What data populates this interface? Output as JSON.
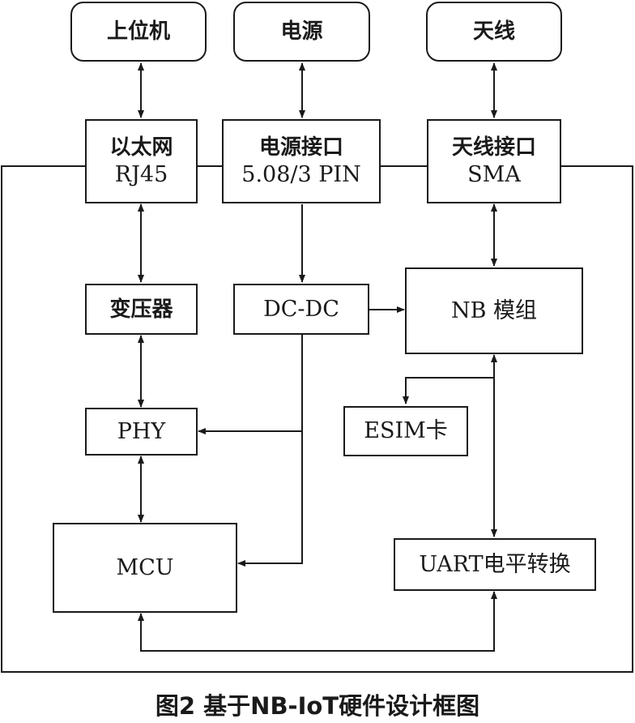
{
  "nodes": {
    "host": "上位机",
    "power": "电源",
    "antenna": "天线",
    "ethernet": {
      "line1": "以太网",
      "line2": "RJ45"
    },
    "power_interface": {
      "line1": "电源接口",
      "line2": "5.08/3 PIN"
    },
    "antenna_interface": {
      "line1": "天线接口",
      "line2": "SMA"
    },
    "transformer": "变压器",
    "dcdc": "DC-DC",
    "nb_module": "NB 模组",
    "phy": "PHY",
    "esim": "ESIM卡",
    "mcu": "MCU",
    "uart": "UART电平转换"
  },
  "caption": "图2  基于NB-IoT硬件设计框图"
}
